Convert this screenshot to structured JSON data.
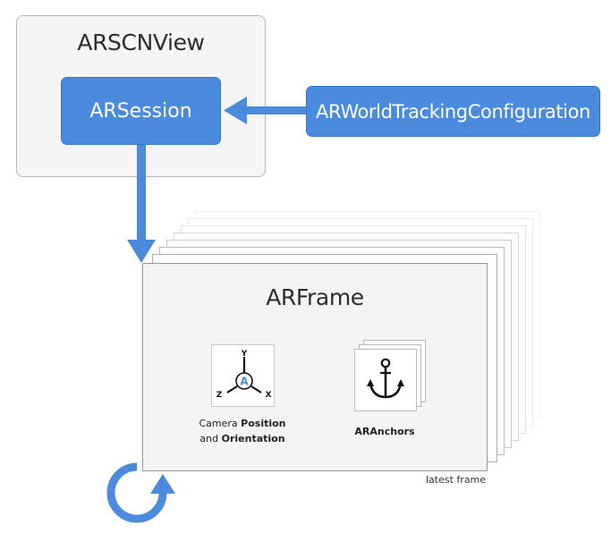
{
  "view": {
    "title": "ARSCNView"
  },
  "session": {
    "label": "ARSession"
  },
  "configuration": {
    "label": "ARWorldTrackingConfiguration"
  },
  "frame": {
    "title": "ARFrame",
    "latest_label": "latest frame",
    "camera": {
      "caption_prefix": "Camera ",
      "caption_bold_1": "Position",
      "caption_mid": "and ",
      "caption_bold_2": "Orientation",
      "axis_y": "Y",
      "axis_z": "Z",
      "axis_x": "X",
      "center_label": "A"
    },
    "anchors": {
      "caption": "ARAnchors"
    }
  },
  "colors": {
    "accent": "#4a8bde",
    "accent_border": "#3a77c6",
    "box_bg": "#f5f5f5"
  },
  "icons": [
    "axes-icon",
    "anchor-icon",
    "refresh-loop-icon",
    "arrow-left-icon",
    "arrow-down-icon"
  ]
}
